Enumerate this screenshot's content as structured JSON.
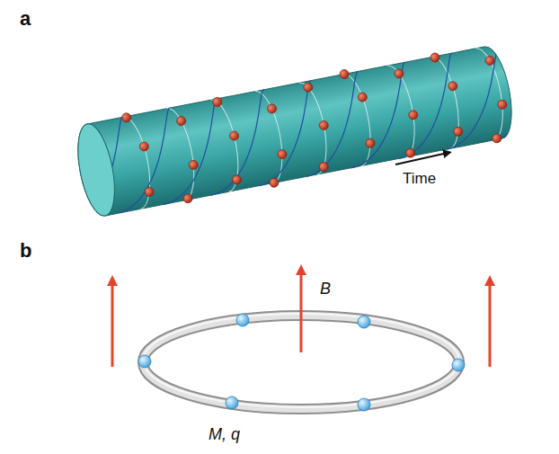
{
  "diagram": {
    "labels": [
      "a",
      "Time",
      "b",
      "B",
      "M, q"
    ]
  }
}
